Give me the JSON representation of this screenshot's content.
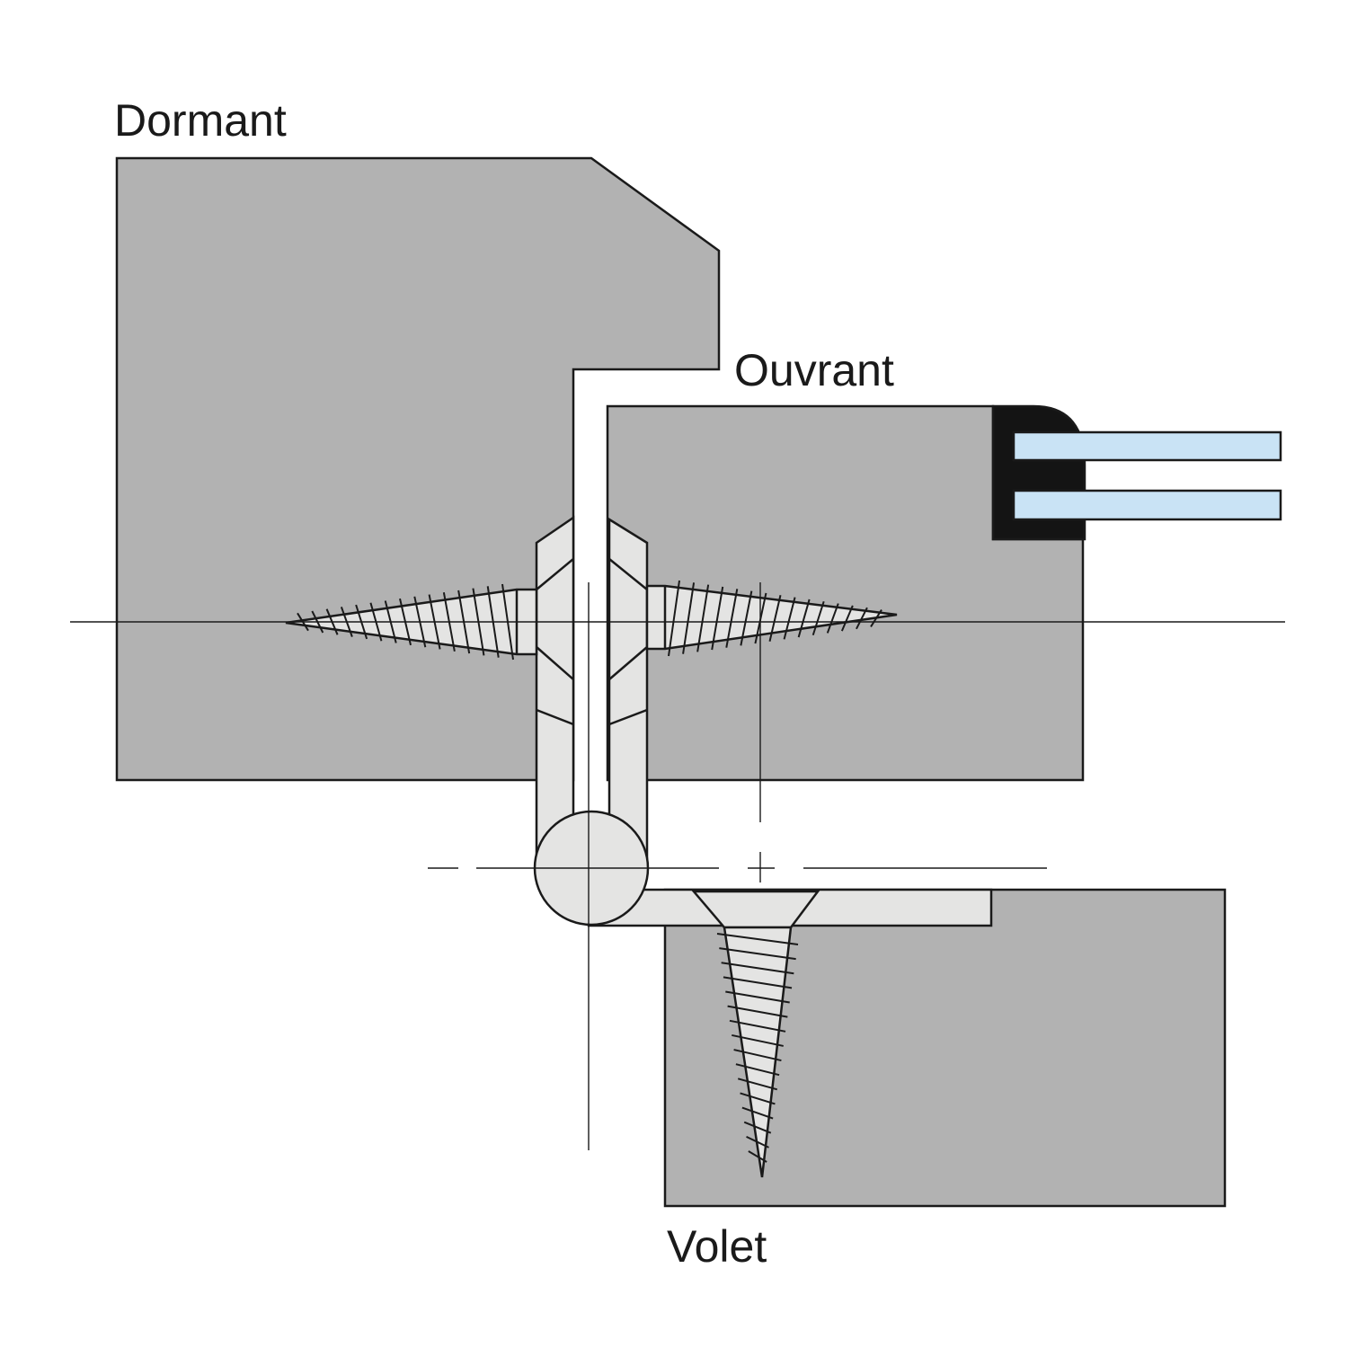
{
  "labels": {
    "dormant": "Dormant",
    "ouvrant": "Ouvrant",
    "volet": "Volet"
  },
  "colors": {
    "wood": "#b2b2b2",
    "metal": "#e4e4e3",
    "glass": "#c9e3f5",
    "seal": "#141414",
    "line": "#1a1a1a",
    "background": "#ffffff"
  }
}
